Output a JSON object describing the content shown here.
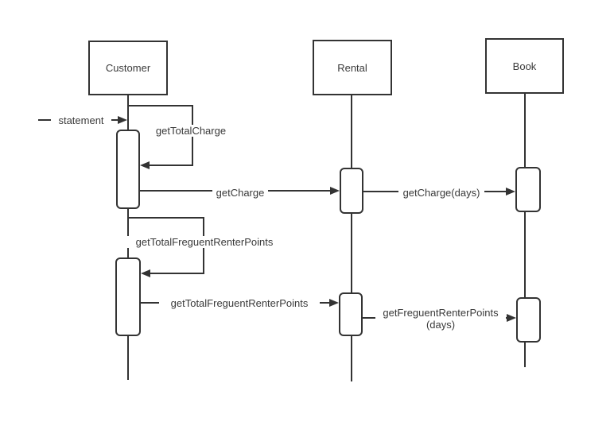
{
  "diagram": {
    "type": "uml-sequence-diagram",
    "colors": {
      "stroke": "#333333",
      "text": "#3a3a3a",
      "background": "#ffffff"
    },
    "actors": [
      {
        "name": "Customer"
      },
      {
        "name": "Rental"
      },
      {
        "name": "Book"
      }
    ],
    "messages": [
      {
        "label": "statement",
        "kind": "incoming",
        "to": "Customer"
      },
      {
        "label": "getTotalCharge",
        "kind": "self-call",
        "on": "Customer"
      },
      {
        "label": "getCharge",
        "kind": "call",
        "from": "Customer",
        "to": "Rental"
      },
      {
        "label": "getCharge(days)",
        "kind": "call",
        "from": "Rental",
        "to": "Book"
      },
      {
        "label": "getTotalFreguentRenterPoints",
        "kind": "self-call",
        "on": "Customer"
      },
      {
        "label": "getTotalFreguentRenterPoints",
        "kind": "call",
        "from": "Customer",
        "to": "Rental"
      },
      {
        "label": "getFreguentRenterPoints",
        "label_line2": "(days)",
        "kind": "call",
        "from": "Rental",
        "to": "Book"
      }
    ]
  }
}
